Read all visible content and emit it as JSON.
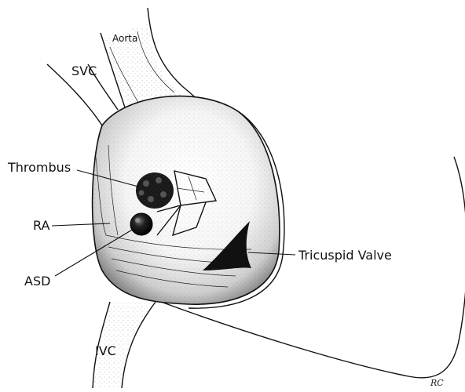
{
  "labels": {
    "aorta": "Aorta",
    "svc": "SVC",
    "thrombus": "Thrombus",
    "ra": "RA",
    "asd": "ASD",
    "ivc": "IVC",
    "tricuspid_valve": "Tricuspid Valve"
  },
  "signature": "RC",
  "colors": {
    "ink": "#111111",
    "background": "#ffffff"
  }
}
